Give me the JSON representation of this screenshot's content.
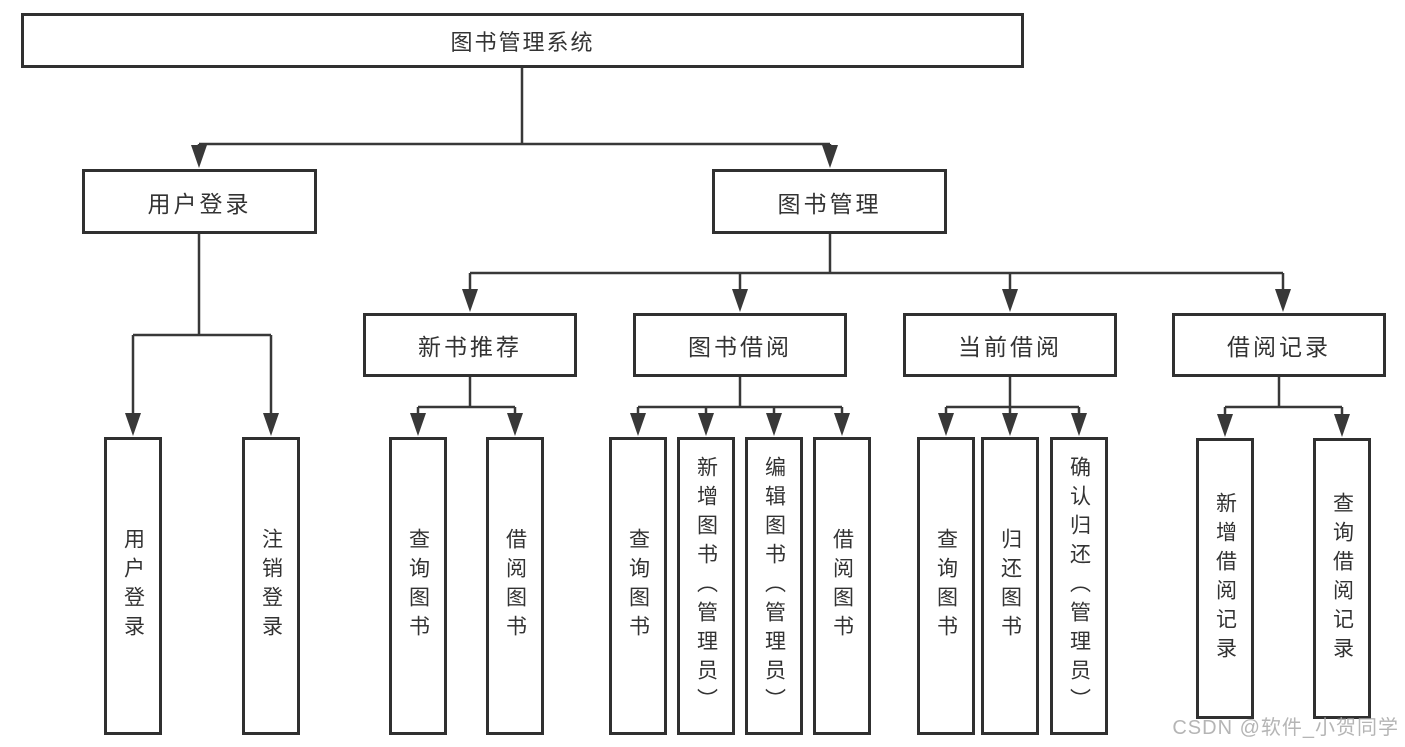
{
  "diagram": {
    "root": {
      "label": "图书管理系统"
    },
    "level1": [
      {
        "label": "用户登录"
      },
      {
        "label": "图书管理"
      }
    ],
    "level2": [
      {
        "label": "新书推荐"
      },
      {
        "label": "图书借阅"
      },
      {
        "label": "当前借阅"
      },
      {
        "label": "借阅记录"
      }
    ],
    "leaves": [
      {
        "label": "用户登录",
        "parent": "用户登录"
      },
      {
        "label": "注销登录",
        "parent": "用户登录"
      },
      {
        "label": "查询图书",
        "parent": "新书推荐"
      },
      {
        "label": "借阅图书",
        "parent": "新书推荐"
      },
      {
        "label": "查询图书",
        "parent": "图书借阅"
      },
      {
        "label": "新增图书（管理员）",
        "parent": "图书借阅"
      },
      {
        "label": "编辑图书（管理员）",
        "parent": "图书借阅"
      },
      {
        "label": "借阅图书",
        "parent": "图书借阅"
      },
      {
        "label": "查询图书",
        "parent": "当前借阅"
      },
      {
        "label": "归还图书",
        "parent": "当前借阅"
      },
      {
        "label": "确认归还（管理员）",
        "parent": "当前借阅"
      },
      {
        "label": "新增借阅记录",
        "parent": "借阅记录"
      },
      {
        "label": "查询借阅记录",
        "parent": "借阅记录"
      }
    ],
    "watermark": "CSDN @软件_小贺同学",
    "colors": {
      "line": "#383838",
      "border": "#303030",
      "text": "#333333",
      "watermark": "#a8a8a8",
      "background": "#ffffff"
    }
  }
}
